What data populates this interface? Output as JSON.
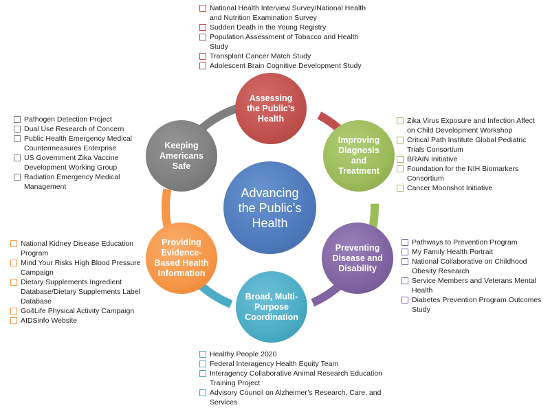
{
  "colors": {
    "red": "#c0504d",
    "green": "#9bbb59",
    "purple": "#8064a2",
    "teal": "#4bacc6",
    "orange": "#f79646",
    "gray": "#7f7f7f",
    "blue": "#4f81bd"
  },
  "center": {
    "label": "Advancing the Public’s Health"
  },
  "nodes": {
    "assessing": {
      "label": "Assessing the Public’s Health"
    },
    "improving": {
      "label": "Improving Diagnosis and Treatment"
    },
    "preventing": {
      "label": "Preventing Disease and Disability"
    },
    "coordination": {
      "label": "Broad, Multi-Purpose Coordination"
    },
    "evidence": {
      "label": "Providing Evidence-Based Health Information"
    },
    "safe": {
      "label": "Keeping Americans Safe"
    }
  },
  "lists": {
    "assessing": [
      "National Health Interview Survey/National Health and Nutrition Examination Survey",
      "Sudden Death in the Young Registry",
      "Population Assessment of Tobacco and Health Study",
      "Transplant Cancer Match Study",
      "Adolescent Brain Cognitive Development Study"
    ],
    "improving": [
      "Zika Virus Exposure and Infection Affect on Child Development Workshop",
      "Critical Path Institute Global Pediatric Trials Consortium",
      "BRAIN Initiative",
      "Foundation for the NIH Biomarkers Consortium",
      "Cancer Moonshot Initiative"
    ],
    "preventing": [
      "Pathways to Prevention Program",
      "My Family Health Portrait",
      "National Collaborative on Childhood Obesity Research",
      "Service Members and Veterans Mental Health",
      "Diabetes Prevention Program Outcomes Study"
    ],
    "coordination": [
      "Healthy People 2020",
      "Federal Interagency Health Equity Team",
      "Interagency Collaborative Animal Research Education Training Project",
      "Advisory Council on Alzheimer’s Research, Care, and Services"
    ],
    "evidence": [
      "National Kidney Disease Education Program",
      "Mind Your Risks High Blood Pressure Campaign",
      "Dietary Supplements Ingredient Database/Dietary Supplements Label Database",
      "Go4Life Physical Activity Campaign",
      "AIDSinfo Website"
    ],
    "safe": [
      "Pathogen Detection Project",
      "Dual Use Research of Concern",
      "Public Health Emergency Medical Countermeasures Enterprise",
      "US Government Zika Vaccine Development Working Group",
      "Radiation Emergency Medical Management"
    ]
  }
}
